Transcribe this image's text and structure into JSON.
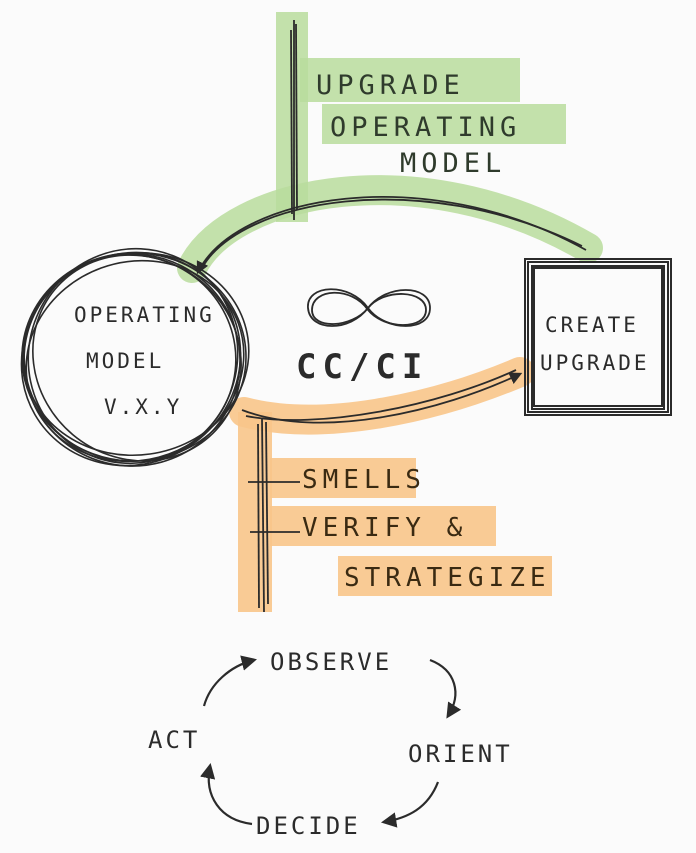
{
  "colors": {
    "green_highlight": "#b9dc9c",
    "orange_highlight": "#f8c58a",
    "ink": "#2b2b2b",
    "center_ink": "#1f3a46",
    "background": "#fbfbfb"
  },
  "nodes": {
    "operating_model": {
      "line1": "OPERATING",
      "line2": "MODEL",
      "line3": "V.X.Y"
    },
    "create_upgrade": {
      "line1": "CREATE",
      "line2": "UPGRADE"
    }
  },
  "center": {
    "symbol": "∞",
    "label": "CC/CI"
  },
  "upgrade_flow": {
    "line1": "UPGRADE",
    "line2": "OPERATING",
    "line3": "MODEL"
  },
  "feedback_flow": {
    "item1": "SMELLS",
    "item2_line1": "VERIFY &",
    "item2_line2": "STRATEGIZE"
  },
  "ooda": {
    "observe": "OBSERVE",
    "orient": "ORIENT",
    "decide": "DECIDE",
    "act": "ACT"
  }
}
